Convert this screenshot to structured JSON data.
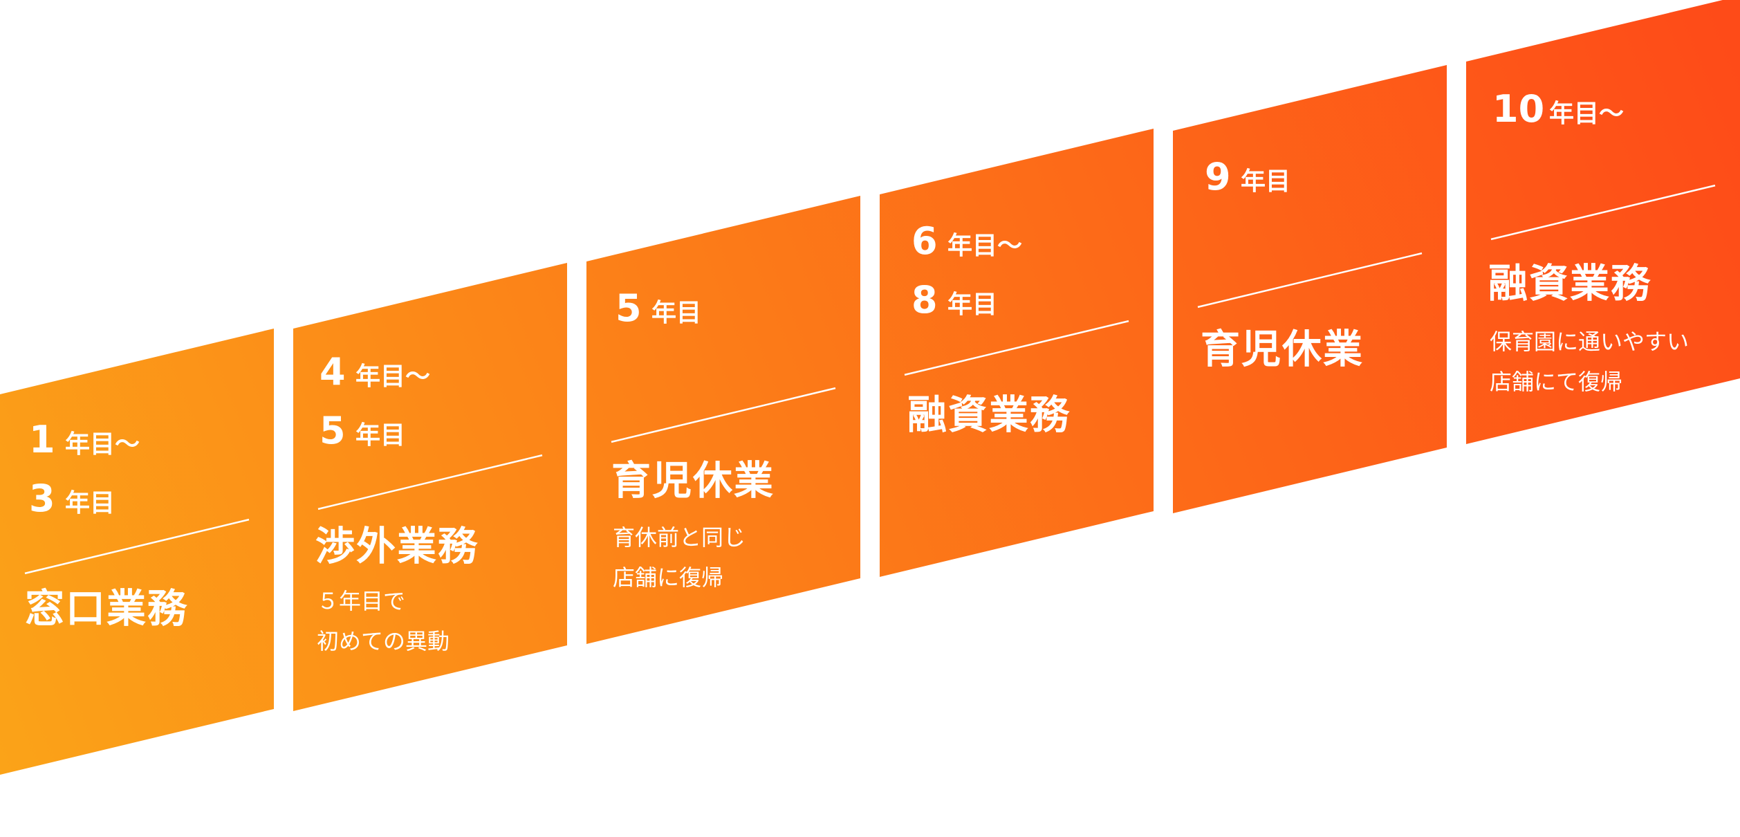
{
  "steps": [
    {
      "period": [
        {
          "num": "1",
          "unit": "年目〜"
        },
        {
          "num": "3",
          "unit": "年目"
        }
      ],
      "title": "窓口業務",
      "note": []
    },
    {
      "period": [
        {
          "num": "4",
          "unit": "年目〜"
        },
        {
          "num": "5",
          "unit": "年目"
        }
      ],
      "title": "渉外業務",
      "note": [
        "５年目で",
        "初めての異動"
      ]
    },
    {
      "period": [
        {
          "num": "5",
          "unit": "年目"
        }
      ],
      "title": "育児休業",
      "note": [
        "育休前と同じ",
        "店舗に復帰"
      ]
    },
    {
      "period": [
        {
          "num": "6",
          "unit": "年目〜"
        },
        {
          "num": "8",
          "unit": "年目"
        }
      ],
      "title": "融資業務",
      "note": []
    },
    {
      "period": [
        {
          "num": "9",
          "unit": "年目"
        }
      ],
      "title": "育児休業",
      "note": []
    },
    {
      "period": [
        {
          "num": "10",
          "unit": "年目〜"
        }
      ],
      "title": "融資業務",
      "note": [
        "保育園に通いやすい",
        "店舗にて復帰"
      ]
    }
  ],
  "colors": {
    "gradient_start": "#FBA318",
    "gradient_end": "#FE4B18",
    "text": "#FFFFFF",
    "divider": "#FFFFFF",
    "background": "#FFFFFF"
  }
}
